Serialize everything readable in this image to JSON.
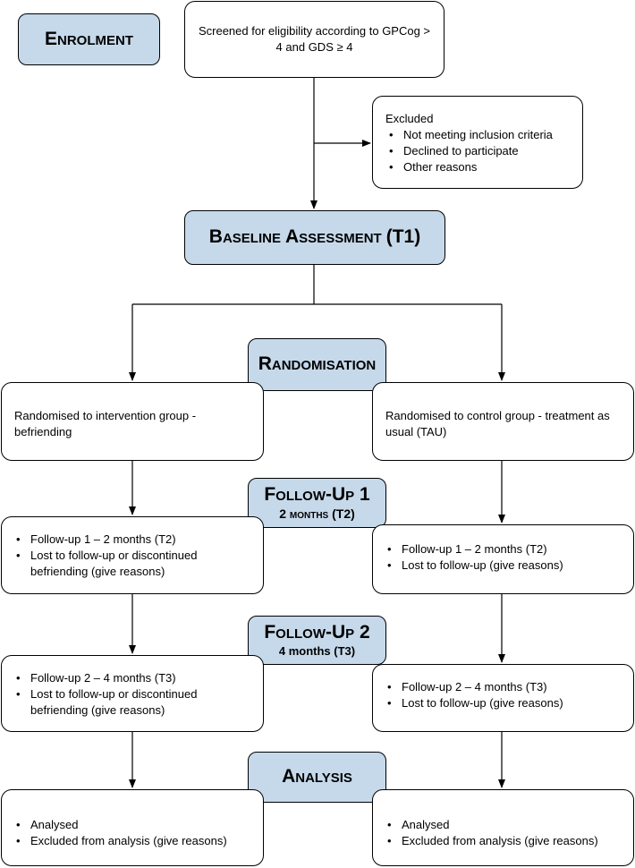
{
  "enrolment": {
    "title": "Enrolment"
  },
  "screening": {
    "text": "Screened for eligibility according to GPCog > 4 and GDS ≥ 4"
  },
  "excluded": {
    "title": "Excluded",
    "items": [
      "Not meeting inclusion criteria",
      "Declined to participate",
      "Other reasons"
    ]
  },
  "baseline": {
    "title": "Baseline Assessment",
    "suffix": "(T1)"
  },
  "randomisation": {
    "title": "Randomisation"
  },
  "intervention": {
    "text": "Randomised to intervention group - befriending"
  },
  "control": {
    "text": "Randomised to control group - treatment as usual (TAU)"
  },
  "followup1": {
    "title": "Follow-Up 1",
    "subtitle": "2 months (T2)",
    "left": [
      "Follow-up 1 – 2 months (T2)",
      "Lost to follow-up or discontinued befriending (give reasons)"
    ],
    "right": [
      "Follow-up 1 – 2 months (T2)",
      "Lost to follow-up (give reasons)"
    ]
  },
  "followup2": {
    "title": "Follow-Up 2",
    "subtitle": "4 months (T3)",
    "left": [
      "Follow-up 2 – 4 months (T3)",
      "Lost to follow-up or discontinued befriending (give reasons)"
    ],
    "right": [
      "Follow-up 2 – 4 months (T3)",
      "Lost to follow-up (give reasons)"
    ]
  },
  "analysis": {
    "title": "Analysis",
    "left": [
      "Analysed",
      "Excluded from analysis (give reasons)"
    ],
    "right": [
      "Analysed",
      "Excluded from analysis (give reasons)"
    ]
  },
  "colors": {
    "stage_fill": "#c6d9ea",
    "border": "#000000",
    "background": "#ffffff"
  }
}
